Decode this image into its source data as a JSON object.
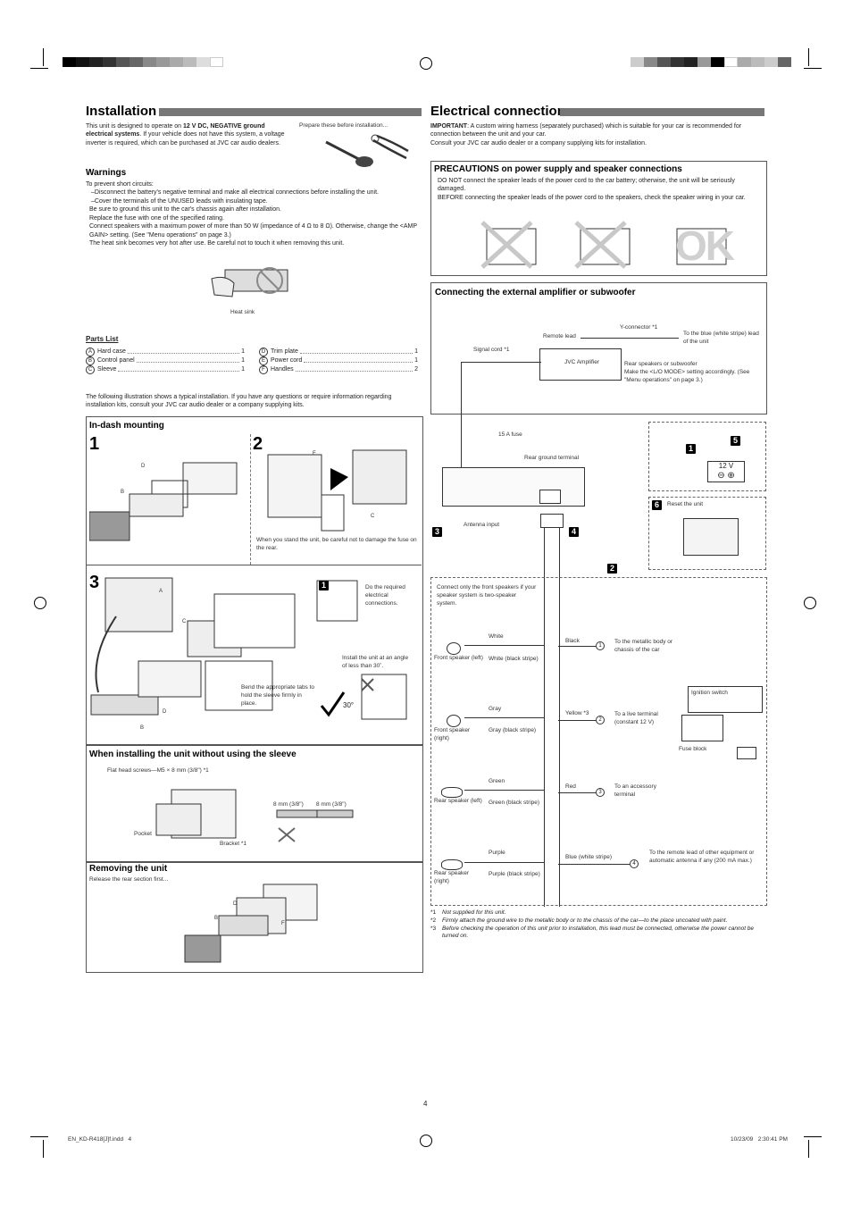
{
  "installation": {
    "title": "Installation",
    "intro_pre": "This unit is designed to operate on ",
    "intro_bold": "12 V DC, NEGATIVE ground electrical systems",
    "intro_post": ". If your vehicle does not have this system, a voltage inverter is required, which can be purchased at JVC car audio dealers.",
    "prepare_caption": "Prepare these before installation...",
    "warnings_title": "Warnings",
    "warnings": [
      "To prevent short circuits:",
      "–Disconnect the battery's negative terminal and make all electrical connections before installing the unit.",
      "–Cover the terminals of the UNUSED leads with insulating tape.",
      "Be sure to ground this unit to the car's chassis again after installation.",
      "Replace the fuse with one of the specified rating.",
      "Connect speakers with a maximum power of more than 50 W (impedance of 4 Ω to 8 Ω). Otherwise, change the <AMP GAIN> setting. (See \"Menu operations\" on page 3.)",
      "The heat sink becomes very hot after use. Be careful not to touch it when removing this unit."
    ],
    "heat_sink_label": "Heat sink",
    "parts_title": "Parts List",
    "parts": [
      {
        "id": "A",
        "name": "Hard case",
        "qty": "1"
      },
      {
        "id": "B",
        "name": "Control panel",
        "qty": "1"
      },
      {
        "id": "C",
        "name": "Sleeve",
        "qty": "1"
      },
      {
        "id": "D",
        "name": "Trim plate",
        "qty": "1"
      },
      {
        "id": "E",
        "name": "Power cord",
        "qty": "1"
      },
      {
        "id": "F",
        "name": "Handles",
        "qty": "2"
      }
    ],
    "illustration_note": "The following illustration shows a typical installation. If you have any questions or require information regarding installation kits, consult your JVC car audio dealer or a company supplying kits.",
    "indash_title": "In-dash mounting",
    "step1": "1",
    "step2": "2",
    "step3": "3",
    "stand_note": "When you stand the unit, be careful not to damage the fuse on the rear.",
    "do_required": "Do the required electrical connections.",
    "install_angle": "Install the unit at an angle of less than 30˚.",
    "angle_label": "30°",
    "bend_tabs": "Bend the appropriate tabs to hold the sleeve firmly in place.",
    "without_sleeve_title": "When installing the unit without using the sleeve",
    "flat_screws": "Flat head screws—M5 × 8 mm (3/8\") *1",
    "screw_size_1": "8 mm (3/8\")",
    "screw_size_2": "8 mm (3/8\")",
    "pocket": "Pocket",
    "bracket": "Bracket *1",
    "removing_title": "Removing the unit",
    "removing_text": "Release the rear section first..."
  },
  "electrical": {
    "title": "Electrical connections",
    "important_label": "IMPORTANT",
    "important_text": ": A custom wiring harness (separately purchased) which is suitable for your car is recommended for connection between the unit and your car.",
    "consult": "Consult your JVC car audio dealer or a company supplying kits for installation.",
    "precautions_title": "PRECAUTIONS on power supply and speaker connections",
    "precautions": [
      "DO NOT connect the speaker leads of the power cord to the car battery; otherwise, the unit will be seriously damaged.",
      "BEFORE connecting the speaker leads of the power cord to the speakers, check the speaker wiring in your car."
    ],
    "ok_label": "OK",
    "amp_title": "Connecting the external amplifier or subwoofer",
    "remote_lead": "Remote lead",
    "y_connector": "Y-connector *1",
    "blue_white": "To the blue (white stripe) lead of the unit",
    "signal_cord": "Signal cord *1",
    "jvc_amp": "JVC Amplifier",
    "rear_sub": "Rear speakers or subwoofer",
    "lo_mode": "Make the <L/O MODE> setting accordingly. (See \"Menu operations\" on page 3.)",
    "fuse_15a": "15 A fuse",
    "rear_ground": "Rear ground terminal",
    "antenna_input": "Antenna input",
    "reset_unit": "Reset the unit",
    "battery_v": "12 V",
    "only_front": "Connect only the front speakers if your speaker system is two-speaker system.",
    "speakers": [
      {
        "name": "Front speaker (left)",
        "wire1": "White",
        "wire2": "White (black stripe)"
      },
      {
        "name": "Front speaker (right)",
        "wire1": "Gray",
        "wire2": "Gray (black stripe)"
      },
      {
        "name": "Rear speaker (left)",
        "wire1": "Green",
        "wire2": "Green (black stripe)"
      },
      {
        "name": "Rear speaker (right)",
        "wire1": "Purple",
        "wire2": "Purple (black stripe)"
      }
    ],
    "leads": [
      {
        "num": "1",
        "color": "Black",
        "dest": "To the metallic body or chassis of the car"
      },
      {
        "num": "2",
        "color": "Yellow *3",
        "dest": "To a live terminal (constant 12 V)"
      },
      {
        "num": "3",
        "color": "Red",
        "dest": "To an accessory terminal"
      },
      {
        "num": "4",
        "color": "Blue (white stripe)",
        "dest": "To the remote lead of other equipment or automatic antenna if any (200 mA max.)"
      }
    ],
    "ignition_switch": "Ignition switch",
    "fuse_block": "Fuse block",
    "footnotes": [
      {
        "mark": "*1",
        "text": "Not supplied for this unit."
      },
      {
        "mark": "*2",
        "text": "Firmly attach the ground wire to the metallic body or to the chassis of the car—to the place uncoated with paint."
      },
      {
        "mark": "*3",
        "text": "Before checking the operation of this unit prior to installation, this lead must be connected, otherwise the power cannot be turned on."
      }
    ]
  },
  "footer": {
    "page_number": "4",
    "file": "EN_KD-R418[J]f.indd   4",
    "timestamp": "10/23/09   2:30:41 PM"
  },
  "colors": {
    "heading_bar": "#777777",
    "text": "#222222",
    "ok_grey": "#d0d0d0",
    "x_grey": "#c8c8c8"
  }
}
